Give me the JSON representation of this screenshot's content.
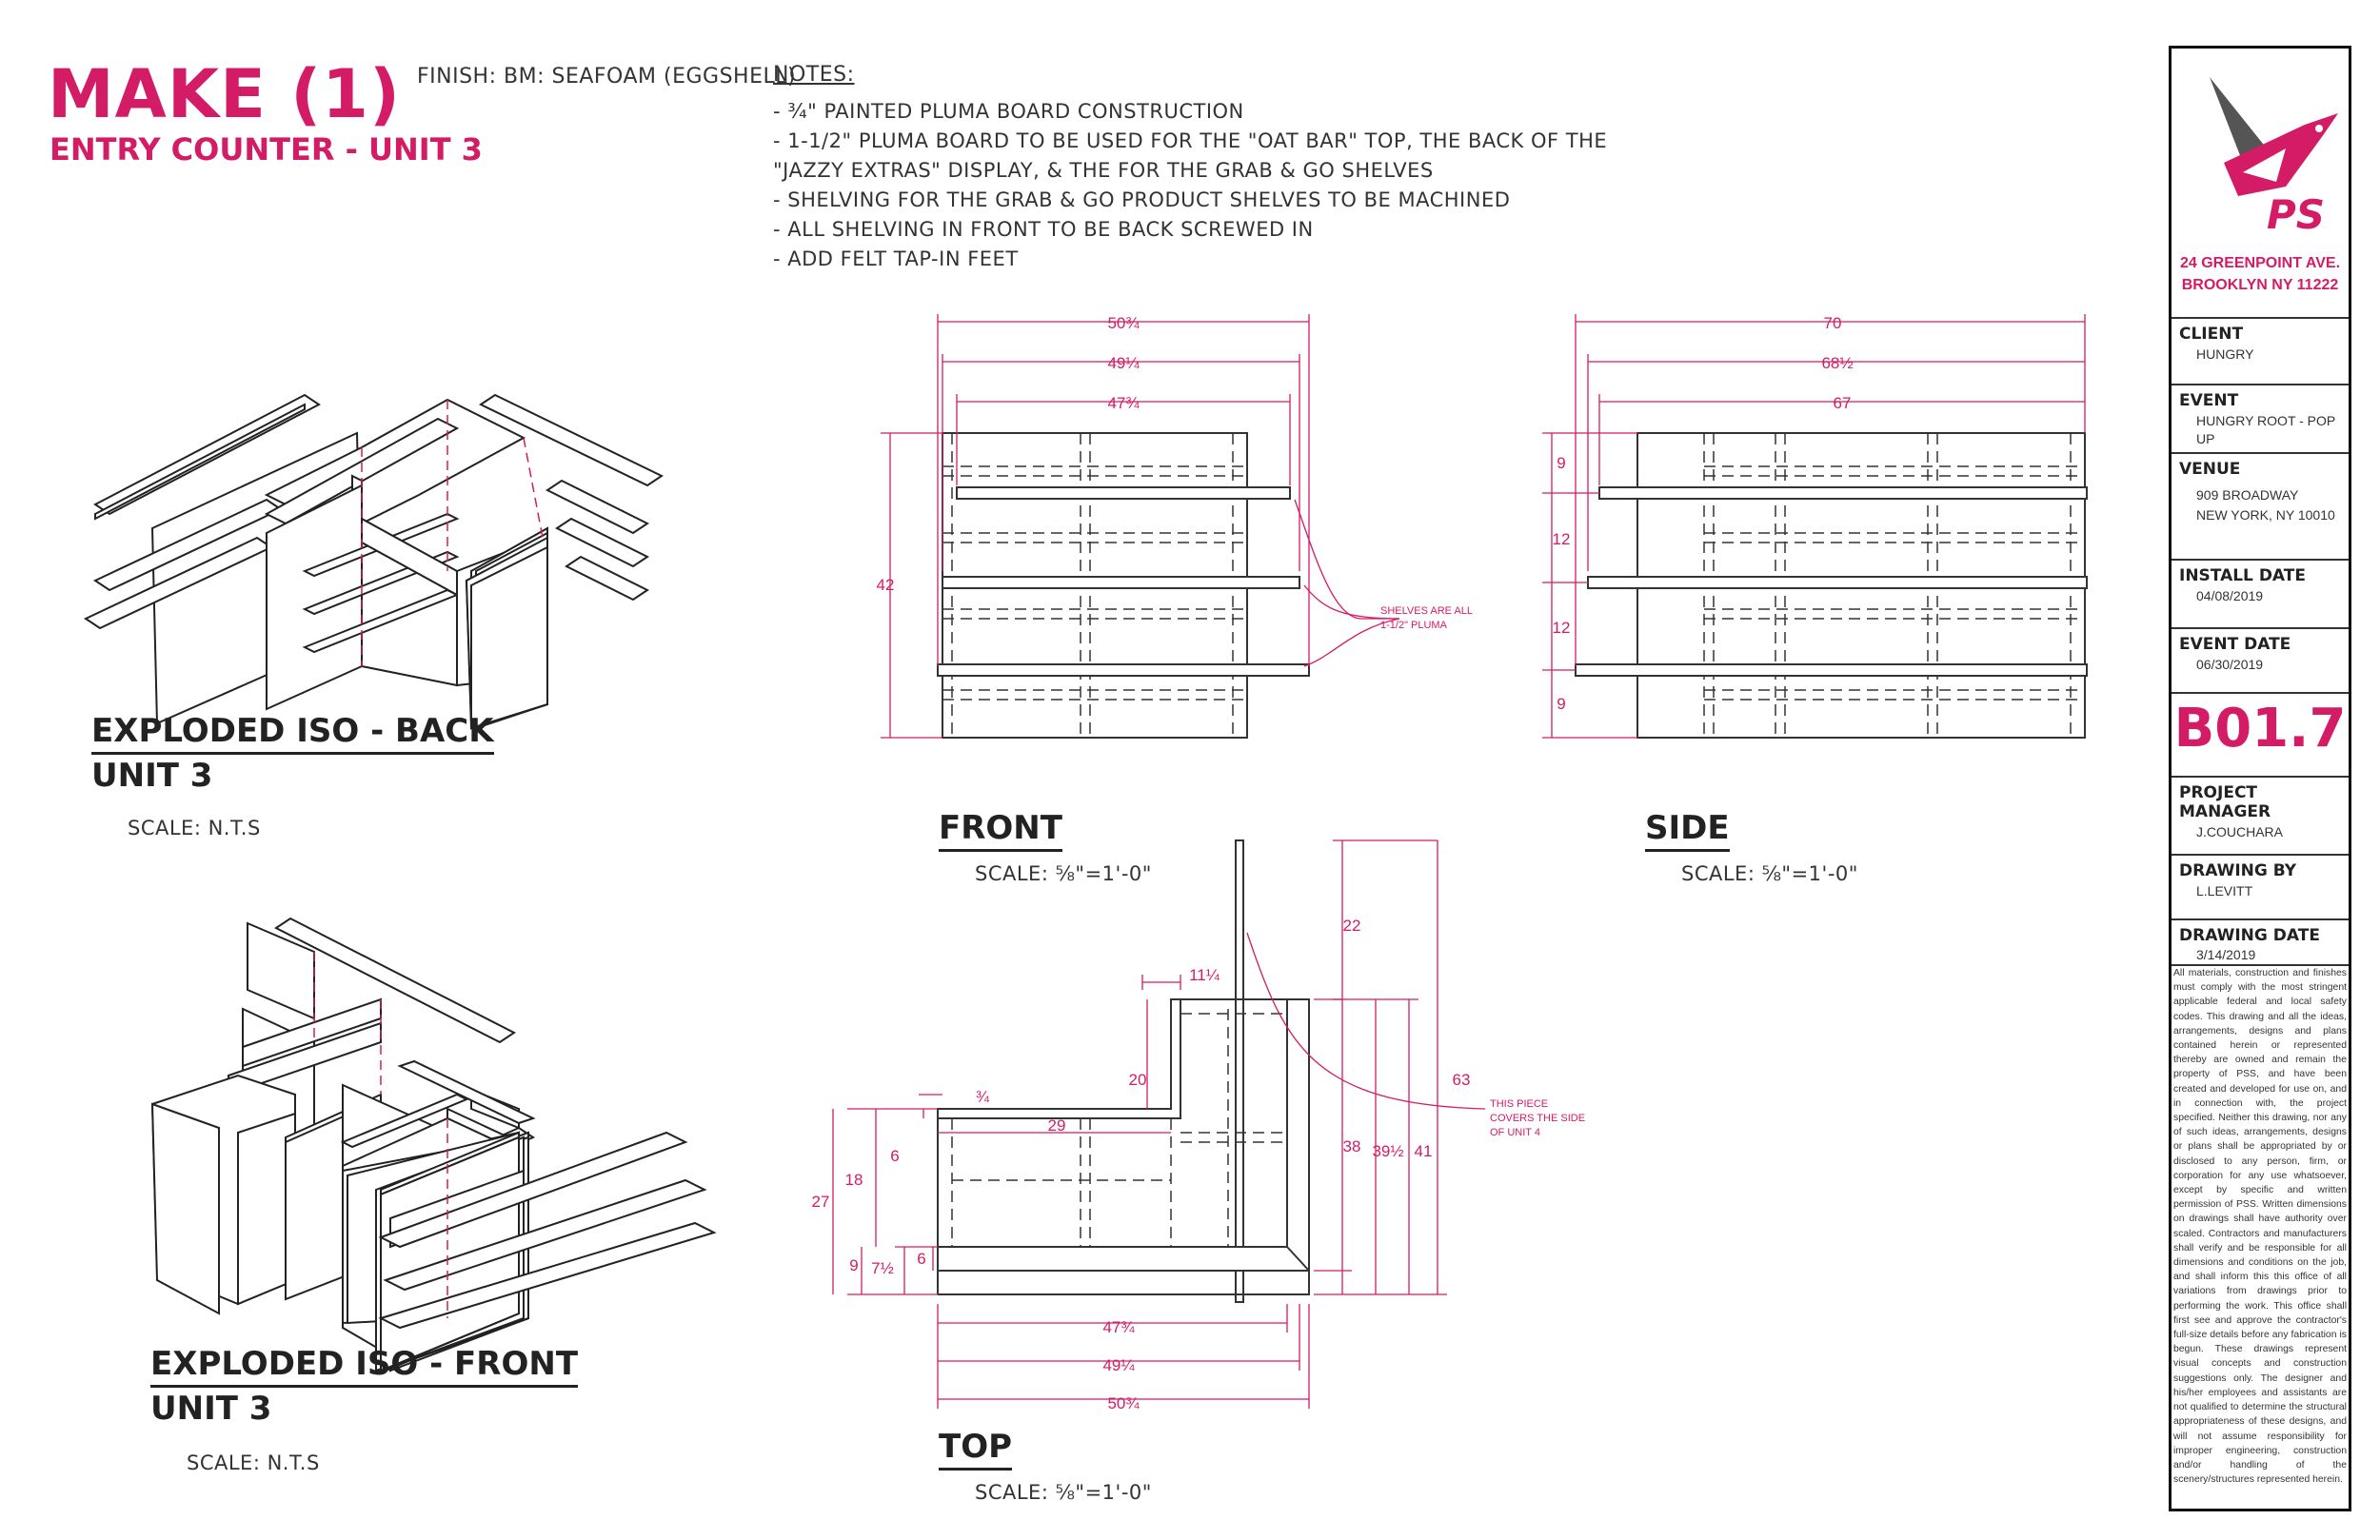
{
  "header": {
    "title": "MAKE (1)",
    "subtitle": "ENTRY COUNTER - UNIT 3",
    "finish": "FINISH: BM: SEAFOAM (EGGSHELL)"
  },
  "notes": {
    "title": "NOTES:",
    "items": [
      "- ¾\" PAINTED PLUMA BOARD CONSTRUCTION",
      "- 1-1/2\" PLUMA BOARD TO BE USED FOR THE \"OAT BAR\" TOP, THE BACK OF THE",
      "\"JAZZY EXTRAS\" DISPLAY, & THE FOR THE GRAB & GO SHELVES",
      "- SHELVING FOR THE GRAB & GO PRODUCT SHELVES TO BE MACHINED",
      "- ALL SHELVING  IN FRONT TO BE BACK SCREWED IN",
      "- ADD FELT TAP-IN FEET"
    ]
  },
  "views": {
    "iso_back": {
      "title": "EXPLODED ISO - BACK",
      "unit": "UNIT 3",
      "scale": "SCALE: N.T.S"
    },
    "iso_front": {
      "title": "EXPLODED ISO - FRONT",
      "unit": "UNIT 3",
      "scale": "SCALE: N.T.S"
    },
    "front": {
      "title": "FRONT",
      "scale": "SCALE: ⅝\"=1'-0\""
    },
    "side": {
      "title": "SIDE",
      "scale": "SCALE: ⅝\"=1'-0\""
    },
    "top": {
      "title": "TOP",
      "scale": "SCALE: ⅝\"=1'-0\""
    }
  },
  "dimensions": {
    "front": {
      "w1": "50¾",
      "w2": "49¼",
      "w3": "47¾",
      "h": "42",
      "callout": [
        "SHELVES ARE ALL",
        "1-1/2\" PLUMA"
      ]
    },
    "side": {
      "w1": "70",
      "w2": "68½",
      "w3": "67",
      "h1": "9",
      "h2": "12",
      "h3": "12",
      "h4": "9"
    },
    "top": {
      "d22": "22",
      "d11": "11¼",
      "d20": "20",
      "d63": "63",
      "d38": "38",
      "d39": "39½",
      "d41": "41",
      "d3_4": "¾",
      "d29": "29",
      "d18": "18",
      "d6a": "6",
      "d27": "27",
      "d9": "9",
      "d7": "7½",
      "d6b": "6",
      "w1": "47¾",
      "w2": "49¼",
      "w3": "50¾",
      "callout": [
        "THIS PIECE",
        "COVERS THE SIDE",
        "OF UNIT 4"
      ]
    }
  },
  "title_block": {
    "logo_text": "PS",
    "address": [
      "24 GREENPOINT AVE.",
      "BROOKLYN NY 11222"
    ],
    "client_label": "CLIENT",
    "client": "HUNGRY",
    "event_label": "EVENT",
    "event": "HUNGRY ROOT - POP UP",
    "venue_label": "VENUE",
    "venue": [
      "909 BROADWAY",
      "NEW YORK, NY 10010"
    ],
    "install_label": "INSTALL DATE",
    "install": "04/08/2019",
    "event_date_label": "EVENT DATE",
    "event_date": "06/30/2019",
    "drawing_number": "B01.7",
    "pm_label": "PROJECT MANAGER",
    "pm": "J.COUCHARA",
    "drawn_label": "DRAWING BY",
    "drawn": "L.LEVITT",
    "date_label": "DRAWING DATE",
    "date": "3/14/2019",
    "disclaimer": "All materials, construction and finishes must comply with the most stringent applicable federal and local safety codes. This drawing and all the ideas, arrangements, designs and plans contained herein or represented thereby are owned and remain the property of PSS, and have been created and developed for use on, and in connection with, the project specified. Neither this drawing, nor any of such ideas, arrangements, designs or plans shall be appropriated by or disclosed to any person, firm, or corporation for any use whatsoever, except by specific and written permission of PSS. Written dimensions on drawings shall have authority over scaled. Contractors and manufacturers shall verify and be responsible for all dimensions and conditions on the job, and shall inform this this office of all variations from drawings prior to performing the work. This office shall first see and approve the contractor's full-size details before any fabrication is begun. These drawings represent visual concepts and construction suggestions only. The designer and his/her employees and assistants are not qualified to determine the structural appropriateness of these designs, and will not assume responsibility for improper engineering, construction and/or handling of the scenery/structures represented herein."
  },
  "colors": {
    "accent": "#d41b66",
    "line": "#333333"
  }
}
